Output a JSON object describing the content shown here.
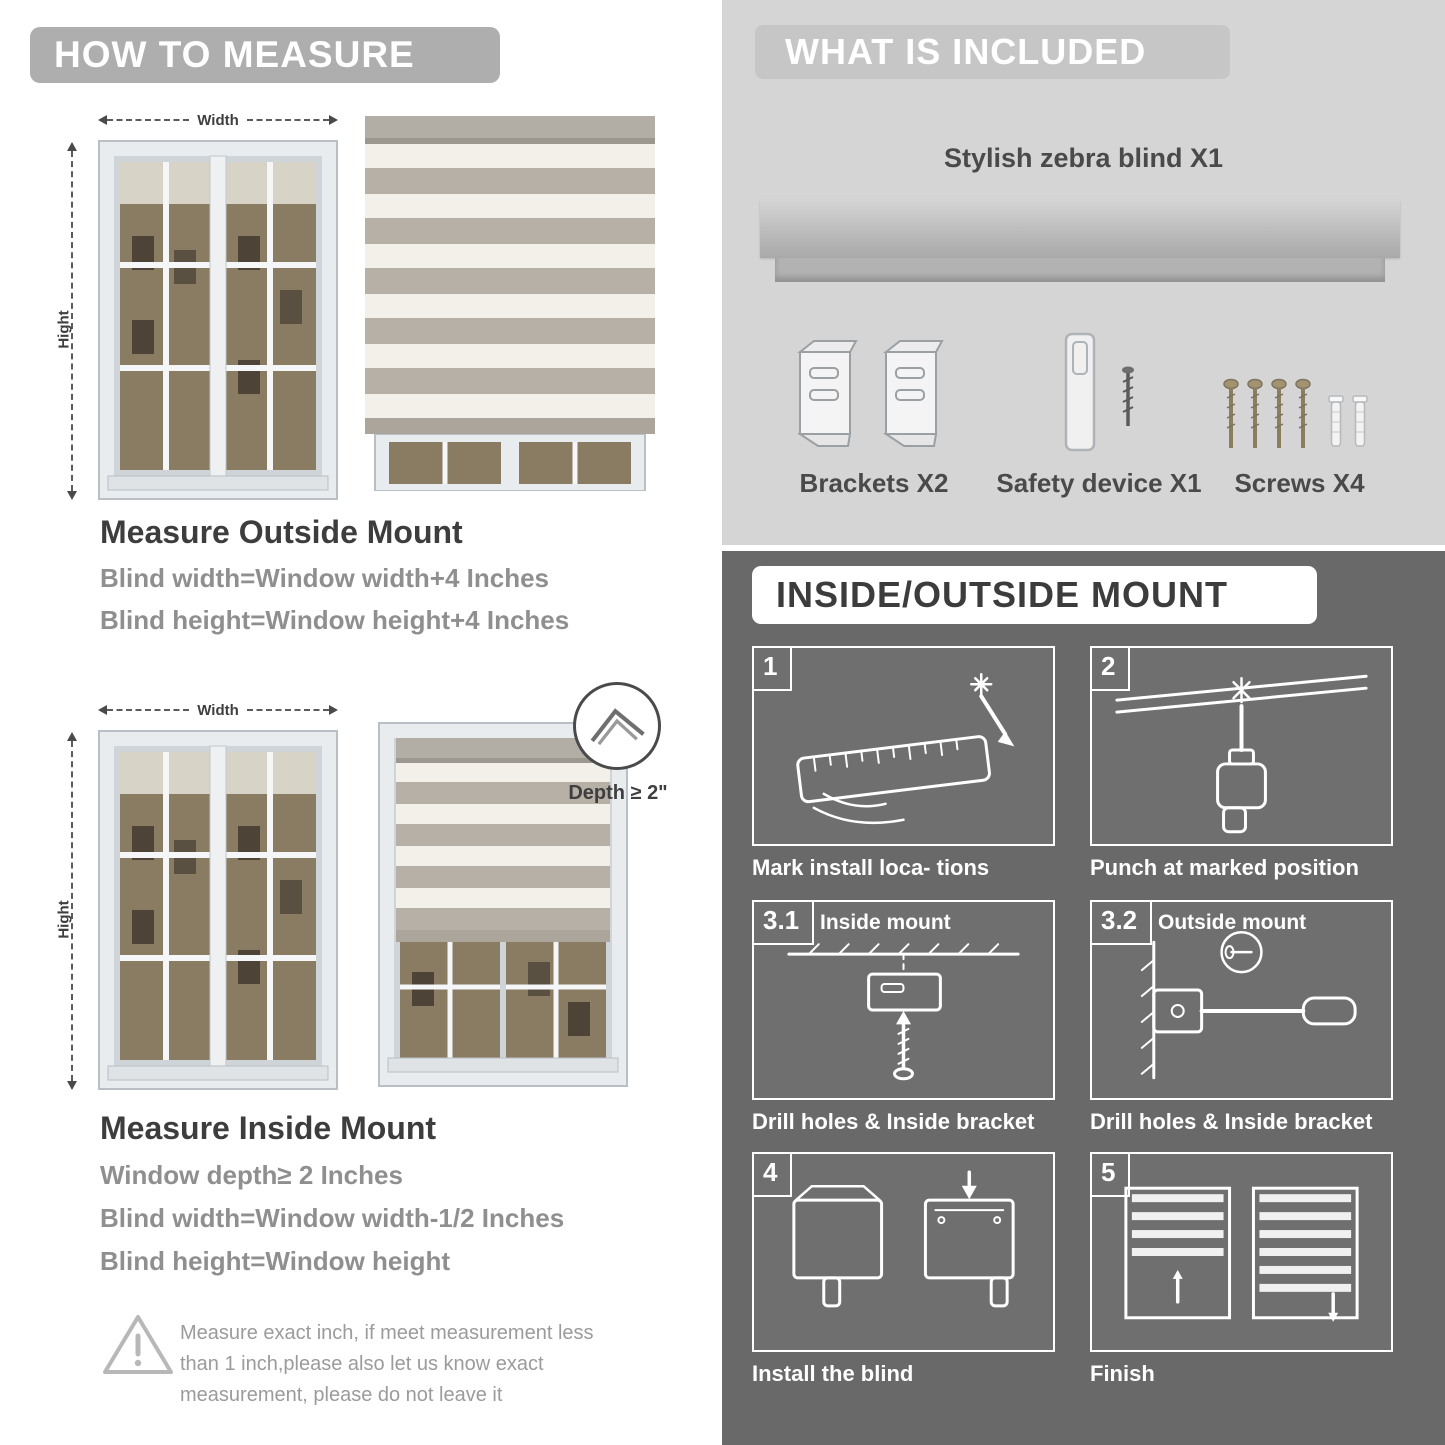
{
  "left": {
    "header": "HOW TO MEASURE",
    "outside": {
      "title": "Measure Outside Mount",
      "rule1": "Blind width=Window width+4 Inches",
      "rule2": "Blind height=Window height+4 Inches",
      "width_label": "Width",
      "height_label": "Hight"
    },
    "inside": {
      "title": "Measure Inside Mount",
      "rule1": "Window depth≥ 2 Inches",
      "rule2": "Blind width=Window width-1/2 Inches",
      "rule3": "Blind height=Window height",
      "width_label": "Width",
      "height_label": "Hight",
      "depth_label": "Depth ≥ 2\""
    },
    "note": "Measure exact inch, if meet measurement less than 1 inch,please also let us know exact measurement, please do not leave it"
  },
  "right": {
    "included": {
      "header": "WHAT IS INCLUDED",
      "product_label": "Stylish zebra blind X1",
      "items": [
        {
          "label": "Brackets X2"
        },
        {
          "label": "Safety device X1"
        },
        {
          "label": "Screws X4"
        }
      ]
    },
    "mount": {
      "header": "INSIDE/OUTSIDE MOUNT",
      "steps": [
        {
          "num": "1",
          "label": "",
          "caption": "Mark install loca- tions"
        },
        {
          "num": "2",
          "label": "",
          "caption": "Punch at marked position"
        },
        {
          "num": "3.1",
          "label": "Inside mount",
          "caption": "Drill holes & Inside bracket"
        },
        {
          "num": "3.2",
          "label": "Outside mount",
          "caption": "Drill holes & Inside bracket"
        },
        {
          "num": "4",
          "label": "",
          "caption": "Install the blind"
        },
        {
          "num": "5",
          "label": "",
          "caption": "Finish"
        }
      ]
    }
  },
  "colors": {
    "banner_gray": "#aeaeae",
    "light_panel": "#d5d5d5",
    "included_banner": "#c6c6c6",
    "dark_panel": "#696969",
    "text_dark": "#3f3f3f",
    "text_gray": "#8f8f8f",
    "stripe_gray": "#b6b0a6",
    "stripe_light": "#f2f0e9"
  }
}
